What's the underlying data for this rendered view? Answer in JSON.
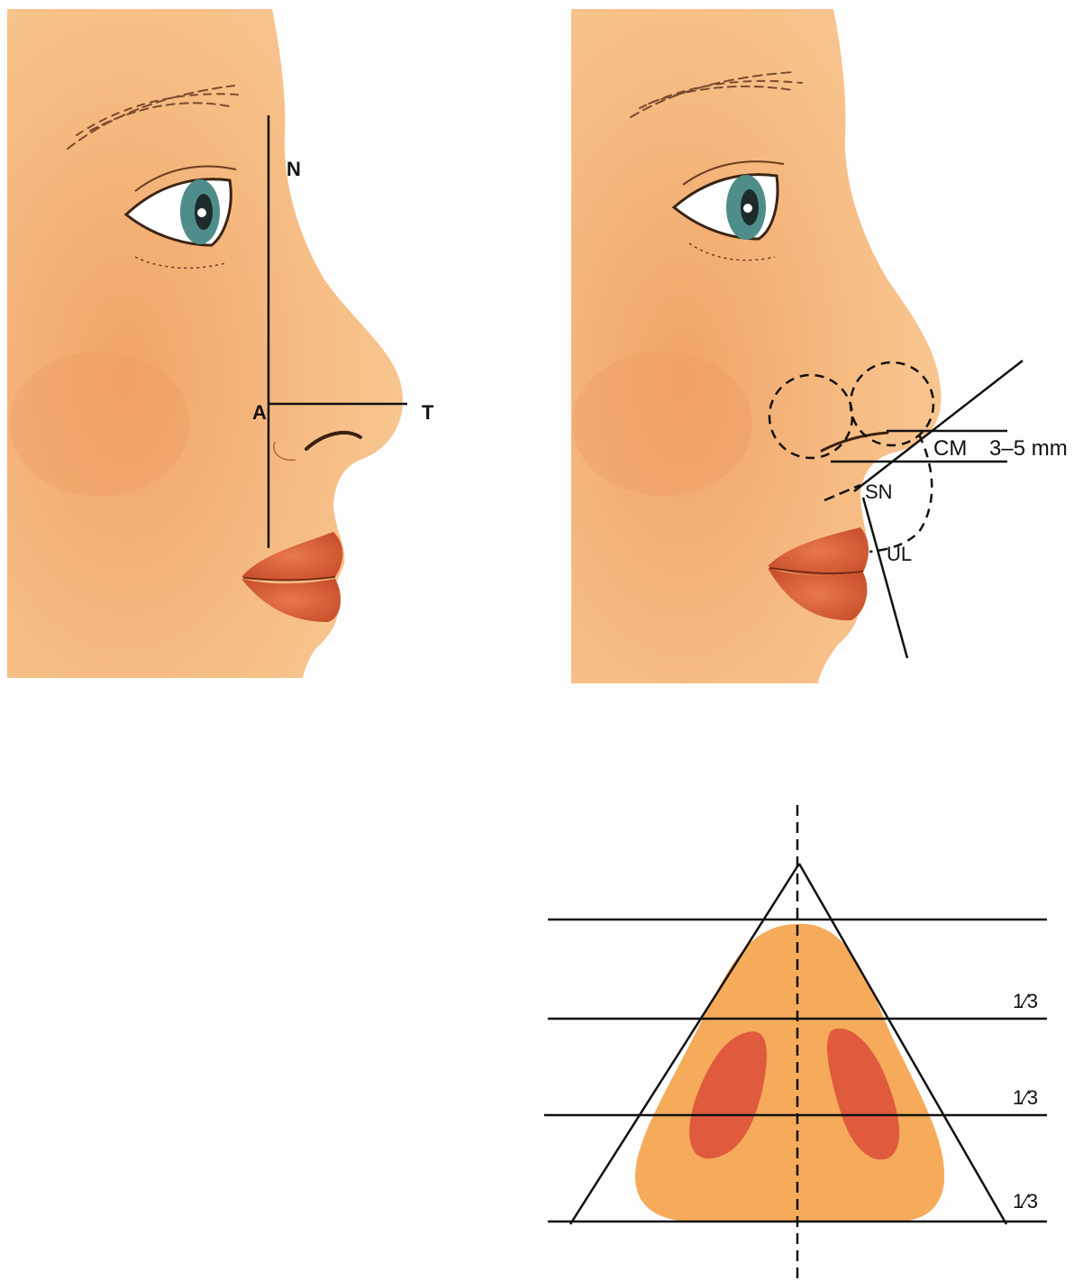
{
  "panel_a": {
    "labels": {
      "nasion": "N",
      "alar": "A",
      "tip": "T"
    }
  },
  "panel_b": {
    "labels": {
      "columella": "CM",
      "show": "3–5 mm",
      "subnasale": "SN",
      "upper_lip": "UL"
    }
  },
  "panel_c": {
    "labels": {
      "third_1": "1⁄3",
      "third_2": "1⁄3",
      "third_3": "1⁄3"
    }
  },
  "colors": {
    "skin": "#f4b577",
    "skin_shadow": "#e99a5c",
    "lip": "#d9623c",
    "nostril": "#e05a3e",
    "nose_base": "#f5ab5a",
    "line": "#111111"
  }
}
